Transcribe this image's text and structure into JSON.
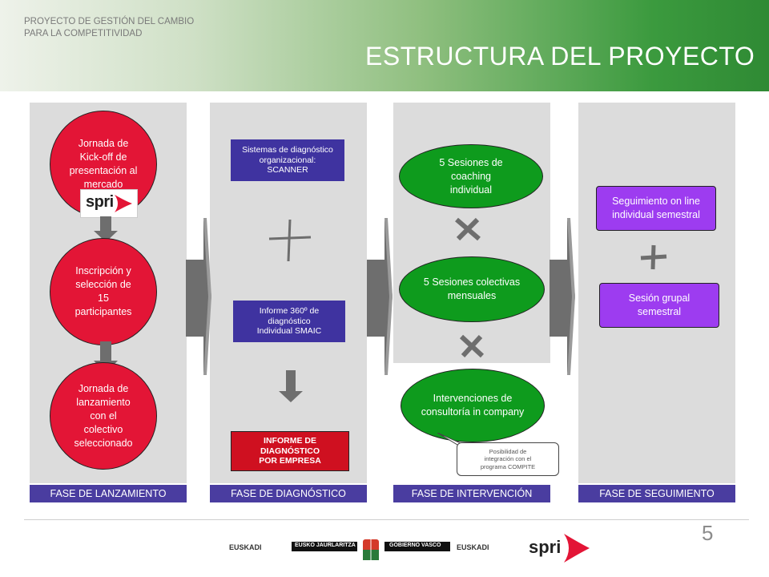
{
  "header": {
    "subtitle_lines": [
      "PROYECTO DE GESTIÓN DEL CAMBIO",
      "PARA LA COMPETITIVIDAD"
    ],
    "title": "ESTRUCTURA DEL PROYECTO"
  },
  "phases": [
    {
      "label": "FASE DE LANZAMIENTO"
    },
    {
      "label": "FASE DE DIAGNÓSTICO"
    },
    {
      "label": "FASE DE INTERVENCIÓN"
    },
    {
      "label": "FASE DE SEGUIMIENTO"
    }
  ],
  "launch": {
    "kickoff_lines": [
      "Jornada de",
      "Kick-off de",
      "presentación al",
      "mercado"
    ],
    "inscription_lines": [
      "Inscripción y",
      "selección de",
      "15",
      "participantes"
    ],
    "launch_day_lines": [
      "Jornada de",
      "lanzamiento",
      "con el",
      "colectivo",
      "seleccionado"
    ],
    "logo_text": "spri"
  },
  "diagnosis": {
    "scanner_lines": [
      "Sistemas de diagnóstico",
      "organizacional:",
      "SCANNER"
    ],
    "report360_lines": [
      "Informe 360º de",
      "diagnóstico",
      "Individual SMAIC"
    ],
    "report_company_lines": [
      "INFORME DE",
      "DIAGNÓSTICO",
      "POR EMPRESA"
    ]
  },
  "intervention": {
    "coaching_lines": [
      "5 Sesiones de",
      "coaching",
      "individual"
    ],
    "collective_lines": [
      "5 Sesiones colectivas",
      "mensuales"
    ],
    "consulting_lines": [
      "Intervenciones de",
      "consultoría in company"
    ],
    "callout_lines": [
      "Posibilidad de",
      "integración con el",
      "programa COMPITE"
    ]
  },
  "followup": {
    "online_lines": [
      "Seguimiento on line",
      "individual semestral"
    ],
    "group_lines": [
      "Sesión grupal",
      "semestral"
    ]
  },
  "footer": {
    "page_number": "5",
    "logo_euskadi_1": "EUSKADI",
    "logo_gobierno_left": "EUSKO JAURLARITZA",
    "logo_gobierno_right": "GOBIERNO VASCO",
    "logo_euskadi_2": "EUSKADI",
    "logo_spri": "spri"
  },
  "colors": {
    "phase_label": "#4a3da0",
    "red_node": "#e31536",
    "green_node": "#0e9b1d",
    "purple_node": "#9d3cf0"
  }
}
